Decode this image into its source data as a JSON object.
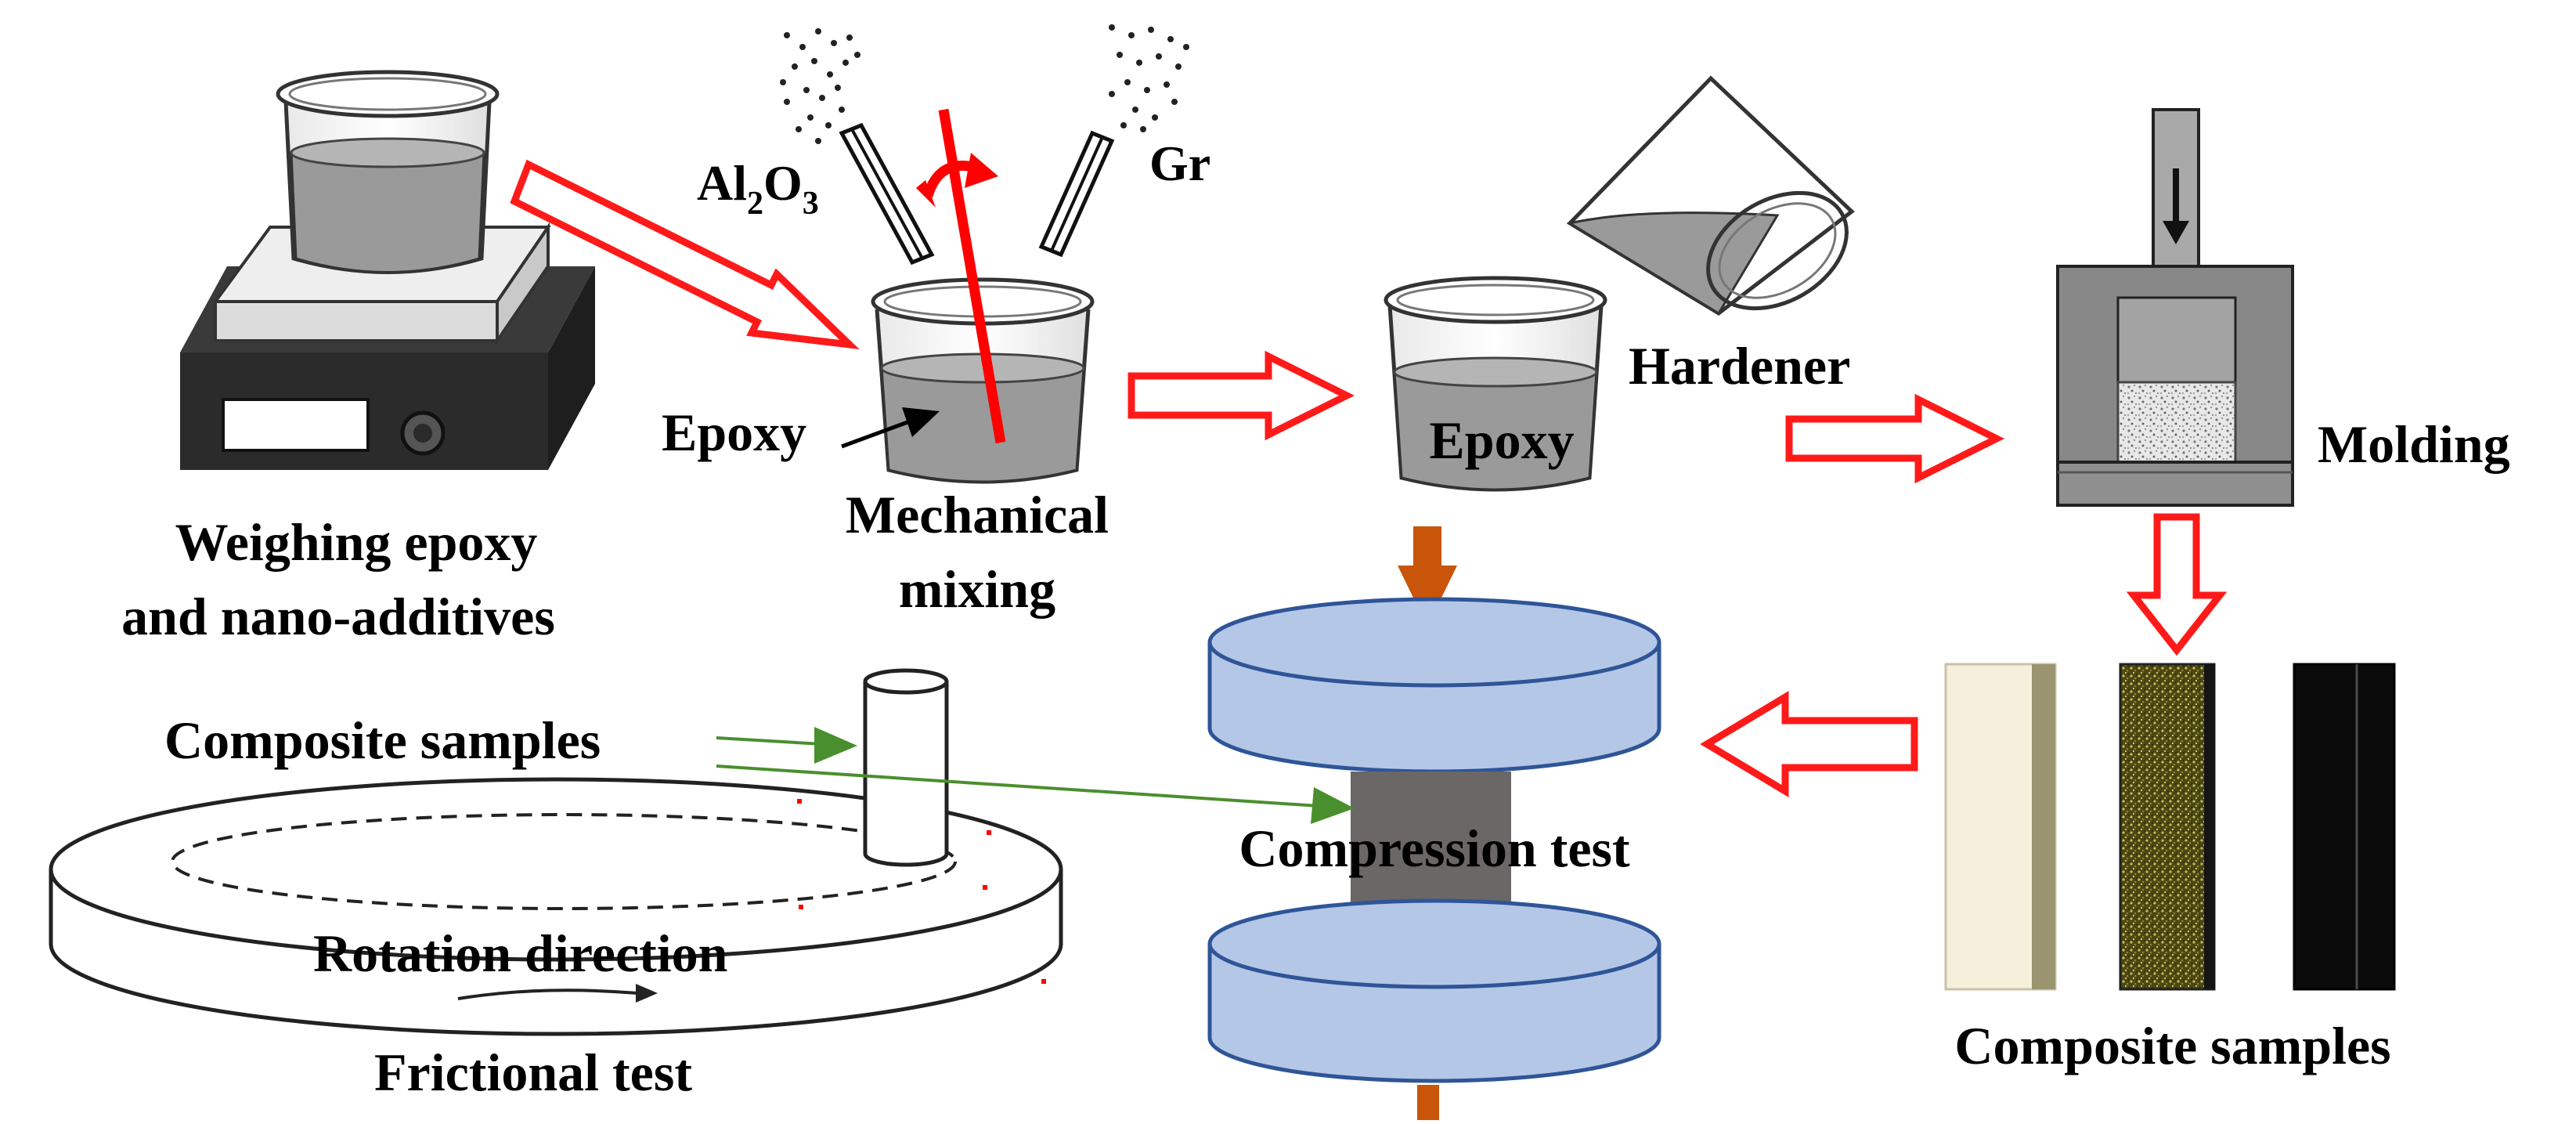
{
  "labels": {
    "weighing_line1": "Weighing epoxy",
    "weighing_line2": "and nano-additives",
    "al2o3_main": "Al",
    "al2o3_sub1": "2",
    "al2o3_mid": "O",
    "al2o3_sub2": "3",
    "graphene": "Gr",
    "epoxy_beaker1": "Epoxy",
    "mixing_line1": "Mechanical",
    "mixing_line2": "mixing",
    "epoxy_beaker2": "Epoxy",
    "hardener": "Hardener",
    "molding": "Molding",
    "composite_samples_left": "Composite samples",
    "compression_test": "Compression test",
    "rotation_direction": "Rotation direction",
    "frictional_test": "Frictional test",
    "composite_samples_right": "Composite samples"
  },
  "colors": {
    "flow_arrow": "#ff1a1a",
    "stirrer": "#ff0000",
    "press_arrow": "#c8550a",
    "platen": "#b4c7e7",
    "platen_edge": "#2f5597",
    "specimen": "#6b6767",
    "pointer_arrow": "#4a8f2e",
    "sample_white": "#f4f0dc",
    "sample_graphene": "#6b6418",
    "sample_black": "#0b0b0b"
  }
}
